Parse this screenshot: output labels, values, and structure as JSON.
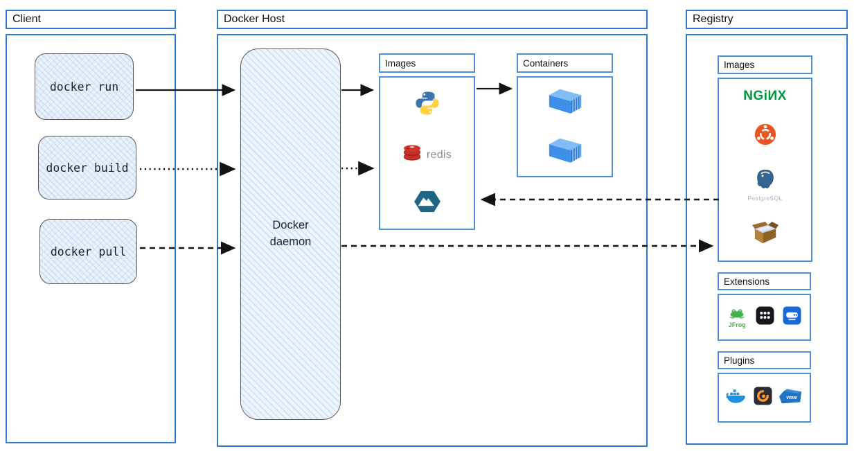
{
  "client": {
    "title": "Client",
    "commands": [
      "docker run",
      "docker build",
      "docker pull"
    ]
  },
  "docker_host": {
    "title": "Docker Host",
    "daemon_label": "Docker daemon",
    "images_panel": {
      "title": "Images",
      "items": [
        "python",
        "redis",
        "alpine"
      ]
    },
    "containers_panel": {
      "title": "Containers",
      "container_count": 2
    }
  },
  "registry": {
    "title": "Registry",
    "images_panel": {
      "title": "Images",
      "items": [
        "nginx",
        "ubuntu",
        "postgresql",
        "busybox"
      ]
    },
    "extensions_panel": {
      "title": "Extensions",
      "items": [
        "jfrog",
        "app-grid",
        "disk-usage"
      ]
    },
    "plugins_panel": {
      "title": "Plugins",
      "items": [
        "docker",
        "grafana",
        "vmware"
      ]
    }
  },
  "logos": {
    "redis_wordmark": "redis",
    "nginx_wordmark": "NGiИX",
    "postgresql_wordmark": "PostgreSQL",
    "jfrog_wordmark": "JFrog",
    "vmware_wordmark": "vmw"
  },
  "colors": {
    "frame_blue": "#2e7cd0",
    "panel_blue": "#4e8fd3",
    "arrow_black": "#141414",
    "nginx_green": "#009639",
    "ubuntu_orange": "#e95420",
    "redis_red": "#c6302b",
    "python_blue": "#3a76ad",
    "python_yellow": "#ffd343",
    "alpine_blue": "#1f6684",
    "postgres_blue": "#336791",
    "docker_blue": "#1d90e4"
  }
}
